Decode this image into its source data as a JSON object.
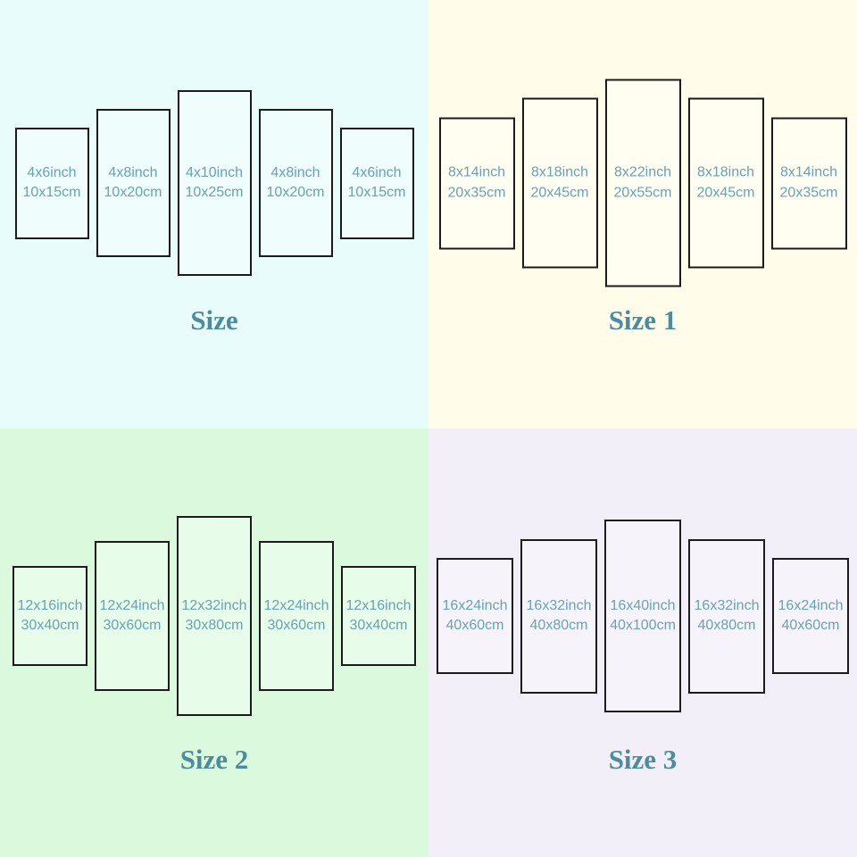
{
  "colors": {
    "quad_backgrounds": [
      "#e7fcfb",
      "#fffdea",
      "#dbfadd",
      "#f2eff8"
    ],
    "panel_text": "#66a3b5",
    "title_text": "#4b8c9f",
    "panel_border": "#1b1b1b"
  },
  "quadrants": [
    {
      "title": "Size",
      "panels": [
        {
          "line1": "4x6inch",
          "line2": "10x15cm",
          "inches": [
            4,
            6
          ]
        },
        {
          "line1": "4x8inch",
          "line2": "10x20cm",
          "inches": [
            4,
            8
          ]
        },
        {
          "line1": "4x10inch",
          "line2": "10x25cm",
          "inches": [
            4,
            10
          ]
        },
        {
          "line1": "4x8inch",
          "line2": "10x20cm",
          "inches": [
            4,
            8
          ]
        },
        {
          "line1": "4x6inch",
          "line2": "10x15cm",
          "inches": [
            4,
            6
          ]
        }
      ]
    },
    {
      "title": "Size 1",
      "panels": [
        {
          "line1": "8x14inch",
          "line2": "20x35cm",
          "inches": [
            8,
            14
          ]
        },
        {
          "line1": "8x18inch",
          "line2": "20x45cm",
          "inches": [
            8,
            18
          ]
        },
        {
          "line1": "8x22inch",
          "line2": "20x55cm",
          "inches": [
            8,
            22
          ]
        },
        {
          "line1": "8x18inch",
          "line2": "20x45cm",
          "inches": [
            8,
            18
          ]
        },
        {
          "line1": "8x14inch",
          "line2": "20x35cm",
          "inches": [
            8,
            14
          ]
        }
      ]
    },
    {
      "title": "Size 2",
      "panels": [
        {
          "line1": "12x16inch",
          "line2": "30x40cm",
          "inches": [
            12,
            16
          ]
        },
        {
          "line1": "12x24inch",
          "line2": "30x60cm",
          "inches": [
            12,
            24
          ]
        },
        {
          "line1": "12x32inch",
          "line2": "30x80cm",
          "inches": [
            12,
            32
          ]
        },
        {
          "line1": "12x24inch",
          "line2": "30x60cm",
          "inches": [
            12,
            24
          ]
        },
        {
          "line1": "12x16inch",
          "line2": "30x40cm",
          "inches": [
            12,
            16
          ]
        }
      ]
    },
    {
      "title": "Size 3",
      "panels": [
        {
          "line1": "16x24inch",
          "line2": "40x60cm",
          "inches": [
            16,
            24
          ]
        },
        {
          "line1": "16x32inch",
          "line2": "40x80cm",
          "inches": [
            16,
            32
          ]
        },
        {
          "line1": "16x40inch",
          "line2": "40x100cm",
          "inches": [
            16,
            40
          ]
        },
        {
          "line1": "16x32inch",
          "line2": "40x80cm",
          "inches": [
            16,
            32
          ]
        },
        {
          "line1": "16x24inch",
          "line2": "40x60cm",
          "inches": [
            16,
            24
          ]
        }
      ]
    }
  ]
}
